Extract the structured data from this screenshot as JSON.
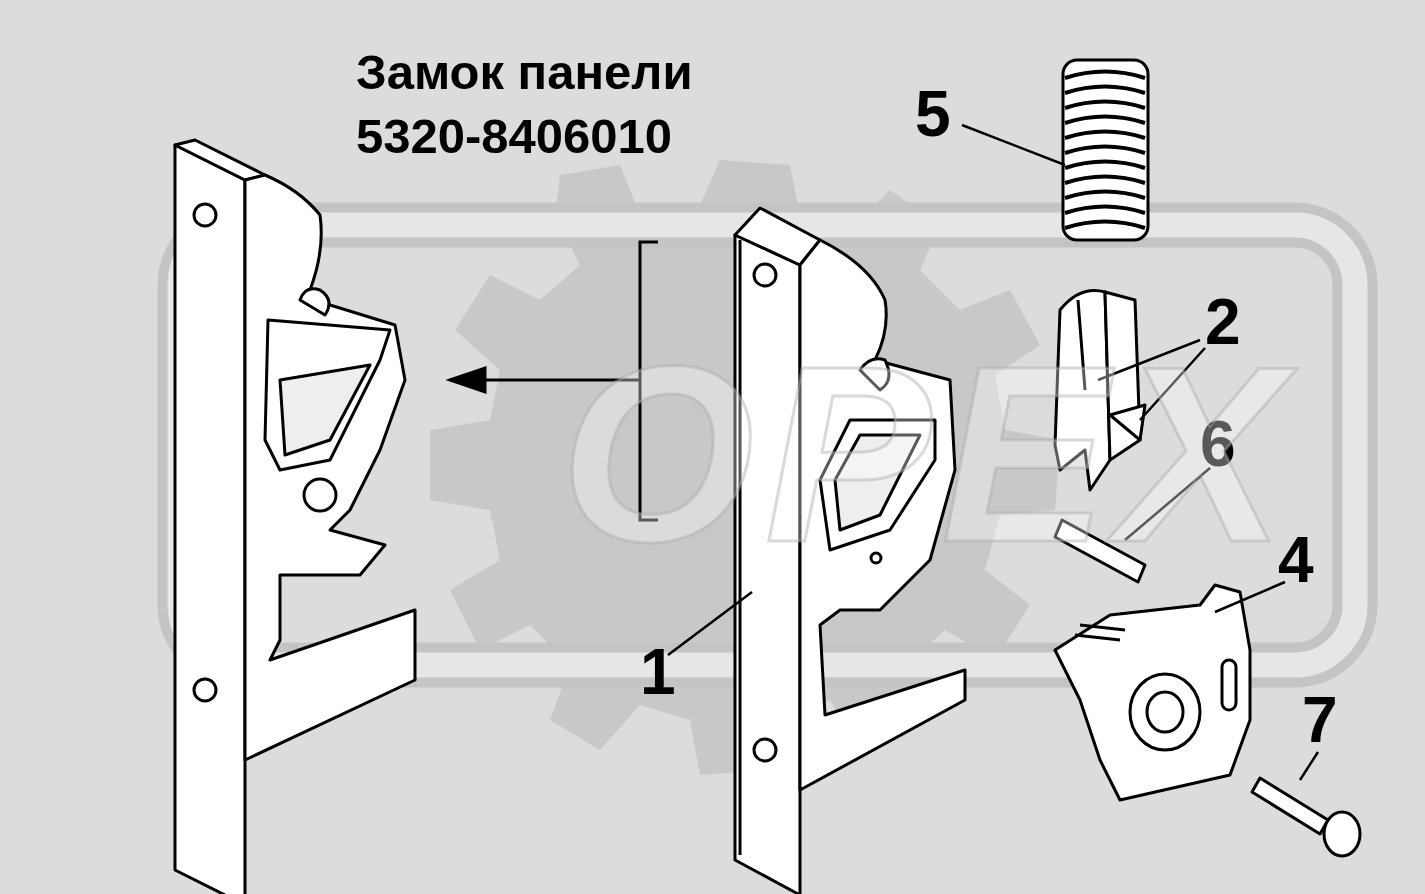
{
  "diagram": {
    "title": "Замок панели 5320-8406010",
    "labels": [
      "5",
      "2",
      "6",
      "4",
      "1",
      "7",
      "OPEX"
    ]
  }
}
